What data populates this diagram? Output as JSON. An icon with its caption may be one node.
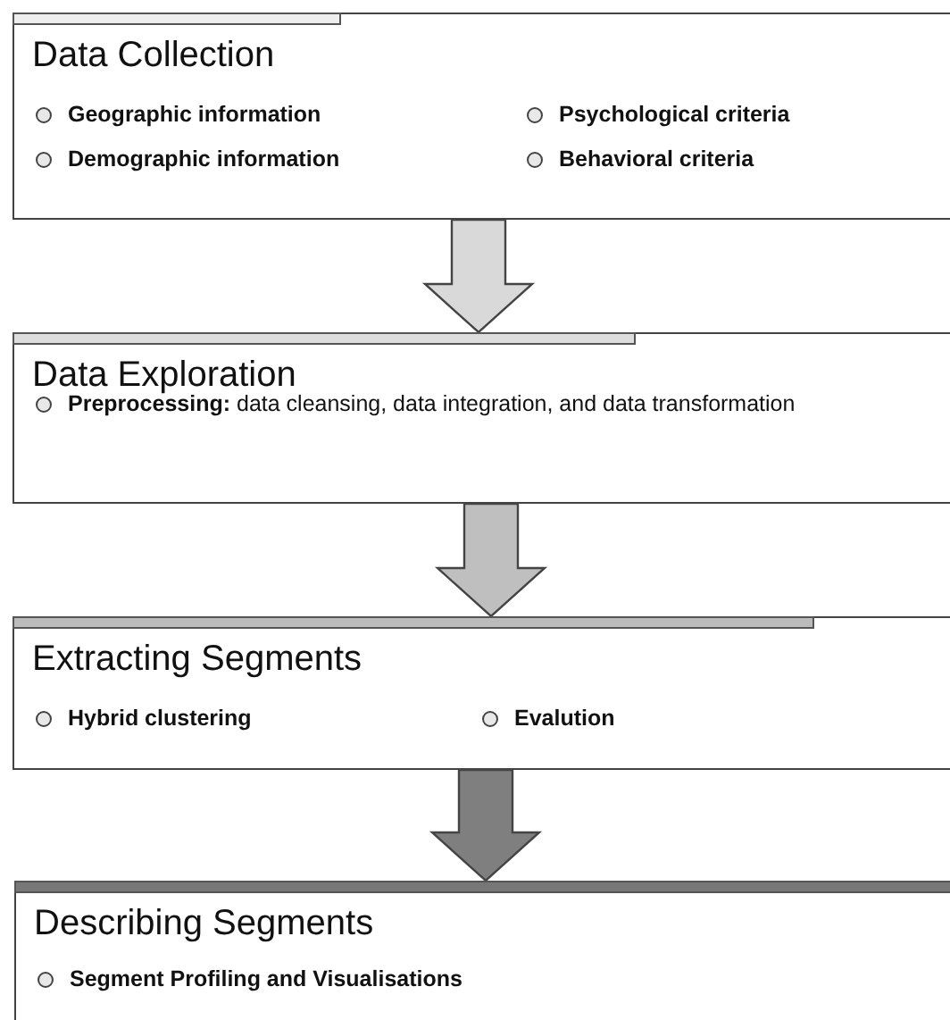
{
  "diagram": {
    "nodes": [
      {
        "text": [
          "Data Collection",
          "Geographic information",
          "Psychological criteria",
          "Demographic information",
          "Behavioral criteria"
        ]
      },
      {
        "text": [
          "Data Exploration",
          "**Preprocessing:** data cleansing, data integration, and data transformation"
        ]
      },
      {
        "text": [
          "Extracting Segments",
          "Hybrid clustering",
          "Evalution"
        ]
      },
      {
        "text": [
          "Describing Segments",
          "Segment Profiling and Visualisations"
        ]
      }
    ],
    "edges": [
      {
        "from": 0,
        "to": 1,
        "arrow": "to",
        "color": "#d9d9d9"
      },
      {
        "from": 1,
        "to": 2,
        "arrow": "to",
        "color": "#bfbfbf"
      },
      {
        "from": 2,
        "to": 3,
        "arrow": "to",
        "color": "#7f7f7f"
      }
    ]
  }
}
